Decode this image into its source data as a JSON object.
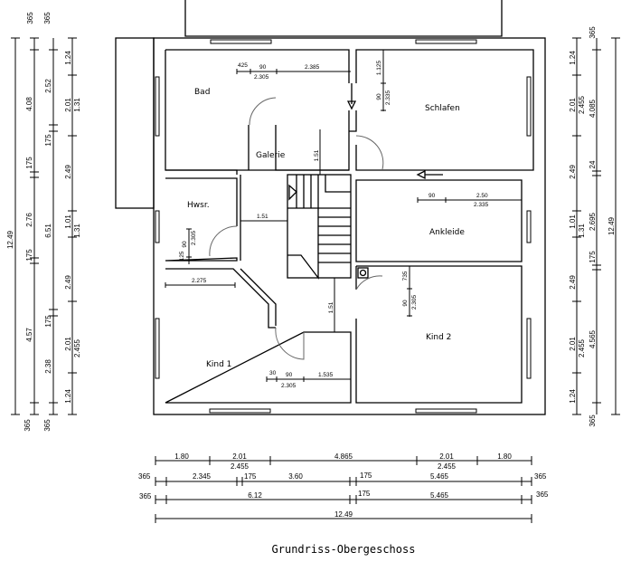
{
  "title": "Grundriss-Obergeschoss",
  "rooms": {
    "bad": "Bad",
    "schlafen": "Schlafen",
    "galerie": "Galerie",
    "hwsr": "Hwsr.",
    "ankleide": "Ankleide",
    "kind1": "Kind 1",
    "kind2": "Kind 2"
  },
  "dims": {
    "left_a": [
      "365",
      "12.49",
      "365"
    ],
    "left_b": [
      "365",
      "4.08",
      "175",
      "2.76",
      "175",
      "4.57",
      "365"
    ],
    "left_c": [
      "2.52",
      "175",
      "6.51",
      "175",
      "2.38"
    ],
    "left_d": [
      "1.24",
      "2.01",
      "1.31",
      "2.49",
      "1.01",
      "1.31",
      "2.49",
      "2.01",
      "2.455",
      "1.24"
    ],
    "right_a": [
      "1.24",
      "2.01",
      "2.455",
      "2.49",
      "1.01",
      "1.31",
      "2.49",
      "2.01",
      "2.455",
      "1.24"
    ],
    "right_b": [
      "365",
      "4.085",
      "24",
      "2.695",
      "175",
      "4.565",
      "365"
    ],
    "right_c": [
      "12.49"
    ],
    "bottom_1": [
      "1.80",
      "2.01",
      "2.455",
      "4.865",
      "2.01",
      "2.455",
      "1.80"
    ],
    "bottom_2": [
      "365",
      "2.345",
      "175",
      "3.60",
      "175",
      "5.465",
      "365"
    ],
    "bottom_3": [
      "365",
      "6.12",
      "175",
      "5.465",
      "365"
    ],
    "bottom_4": [
      "12.49"
    ],
    "interior": {
      "bad": [
        "425",
        "90",
        "2.305",
        "2.385"
      ],
      "galerie": "1.51",
      "schlafen": [
        "1.125",
        "90",
        "2.335"
      ],
      "hwsr": [
        "125",
        "90",
        "2.305"
      ],
      "stair": "1.51",
      "kind1_top": "2.275",
      "ankleide": [
        "90",
        "2.50",
        "2.335"
      ],
      "kind2": [
        "735",
        "90",
        "2.305"
      ],
      "kind1": [
        "30",
        "90",
        "2.305",
        "1.535"
      ],
      "corridor": "1.51"
    }
  }
}
